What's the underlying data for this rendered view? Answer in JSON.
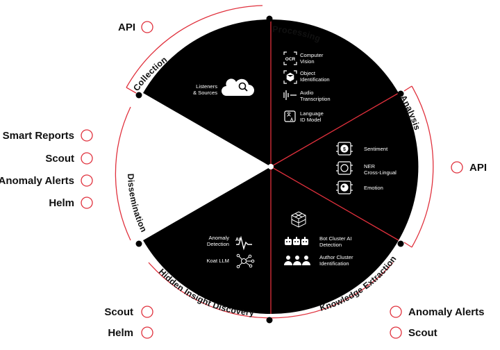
{
  "colors": {
    "accent": "#e0303c",
    "wedge": "#000000",
    "text": "#111111"
  },
  "stages": {
    "processing": "Processing",
    "collection": "Collection",
    "analysis": "Analysis",
    "dissemination": "Dissemination",
    "hidden_insight": "Hidden Insight Discovery",
    "knowledge": "Knowledge Extraction"
  },
  "outputs": {
    "collection": [
      "API"
    ],
    "dissemination": [
      "Smart Reports",
      "Scout",
      "Anomaly Alerts",
      "Helm"
    ],
    "analysis": [
      "API"
    ],
    "hidden_insight": [
      "Scout",
      "Helm"
    ],
    "knowledge": [
      "Anomaly Alerts",
      "Scout"
    ]
  },
  "collection_wedge": {
    "listeners": [
      "Listeners",
      "& Sources"
    ],
    "icon": "cloud-search-icon"
  },
  "processing_items": [
    {
      "icon": "ocr-icon",
      "lines": [
        "Computer",
        "Vision"
      ]
    },
    {
      "icon": "object-cube-icon",
      "lines": [
        "Object",
        "Identification"
      ]
    },
    {
      "icon": "audio-wave-icon",
      "lines": [
        "Audio",
        "Transcription"
      ]
    },
    {
      "icon": "language-icon",
      "lines": [
        "Language",
        "ID Model"
      ]
    }
  ],
  "analysis_items": [
    {
      "icon": "sentiment-chip-icon",
      "lines": [
        "Sentiment"
      ]
    },
    {
      "icon": "ner-chip-icon",
      "lines": [
        "NER",
        "Cross-Lingual"
      ]
    },
    {
      "icon": "emotion-chip-icon",
      "lines": [
        "Emotion"
      ]
    }
  ],
  "knowledge_items": [
    {
      "icon": "cubes-icon",
      "lines": []
    },
    {
      "icon": "bots-icon",
      "lines": [
        "Bot Cluster AI",
        "Detection"
      ]
    },
    {
      "icon": "people-icon",
      "lines": [
        "Author Cluster",
        "Identification"
      ]
    }
  ],
  "hidden_items": [
    {
      "icon": "ai-wave-icon",
      "lines": [
        "Anomaly",
        "Detection"
      ]
    },
    {
      "icon": "network-icon",
      "lines": [
        "Koat LLM"
      ]
    }
  ]
}
